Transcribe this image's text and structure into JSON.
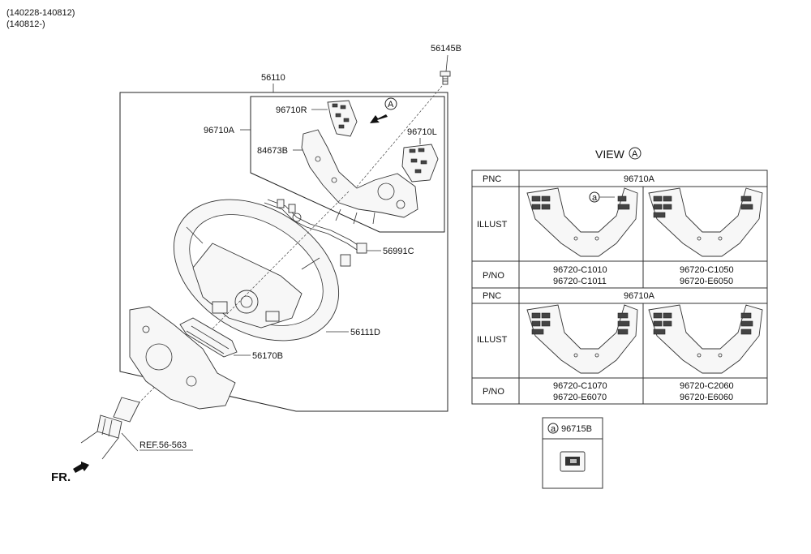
{
  "date_ranges": [
    "(140228-140812)",
    "(140812-)"
  ],
  "callouts": {
    "bolt": "56145B",
    "assembly": "56110",
    "switch_right": "96710R",
    "switch_assy": "96710A",
    "switch_left": "96710L",
    "bracket": "84673B",
    "harness": "56991C",
    "wheel_body": "56111D",
    "bezel": "56170B",
    "ref": "REF.56-563",
    "front": "FR.",
    "view_marker": "A"
  },
  "view_title": "VIEW",
  "view_letter": "A",
  "table": {
    "sections": [
      {
        "pnc_label": "PNC",
        "pnc_value": "96710A",
        "illust_label": "ILLUST",
        "pno_label": "P/NO",
        "variant_marker": "a",
        "pno_left": [
          "96720-C1010",
          "96720-C1011"
        ],
        "pno_right": [
          "96720-C1050",
          "96720-E6050"
        ]
      },
      {
        "pnc_label": "PNC",
        "pnc_value": "96710A",
        "illust_label": "ILLUST",
        "pno_label": "P/NO",
        "pno_left": [
          "96720-C1070",
          "96720-E6070"
        ],
        "pno_right": [
          "96720-C2060",
          "96720-E6060"
        ]
      }
    ]
  },
  "detail_box": {
    "marker": "a",
    "part": "96715B"
  }
}
